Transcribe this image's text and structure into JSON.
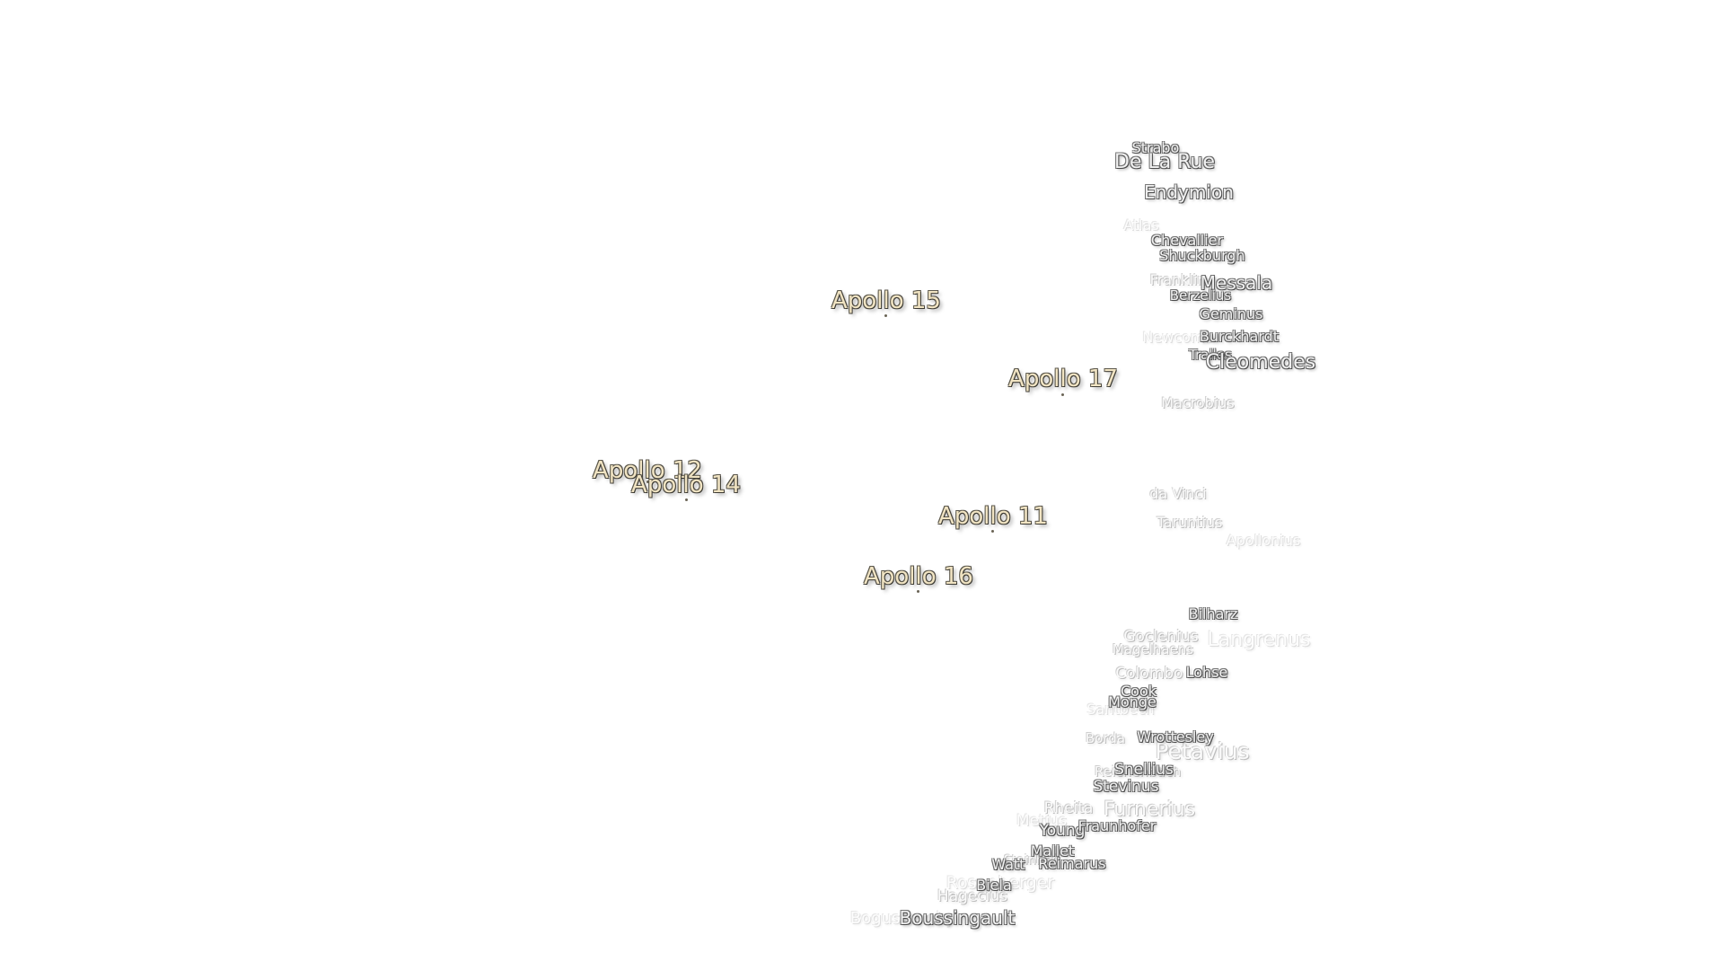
{
  "apollo_sites": [
    {
      "label": "Apollo 15"
    },
    {
      "label": "Apollo 17"
    },
    {
      "label": "Apollo 12"
    },
    {
      "label": "Apollo 14"
    },
    {
      "label": "Apollo 11"
    },
    {
      "label": "Apollo 16"
    }
  ],
  "craters": [
    {
      "label": "Strabo"
    },
    {
      "label": "De La Rue"
    },
    {
      "label": "Endymion"
    },
    {
      "label": "Atlas"
    },
    {
      "label": "Chevallier"
    },
    {
      "label": "Shuckburgh"
    },
    {
      "label": "Messala"
    },
    {
      "label": "Franklin"
    },
    {
      "label": "Berzelius"
    },
    {
      "label": "Geminus"
    },
    {
      "label": "Newcomb"
    },
    {
      "label": "Burckhardt"
    },
    {
      "label": "Tralles"
    },
    {
      "label": "Cleomedes"
    },
    {
      "label": "Macrobius"
    },
    {
      "label": "da Vinci"
    },
    {
      "label": "Taruntius"
    },
    {
      "label": "Apollonius"
    },
    {
      "label": "Bilharz"
    },
    {
      "label": "Goclenius"
    },
    {
      "label": "Magelhaens"
    },
    {
      "label": "Langrenus"
    },
    {
      "label": "Colombo"
    },
    {
      "label": "Lohse"
    },
    {
      "label": "Cook"
    },
    {
      "label": "Monge"
    },
    {
      "label": "Santbech"
    },
    {
      "label": "Borda"
    },
    {
      "label": "Wrottesley"
    },
    {
      "label": "Petavius"
    },
    {
      "label": "Reichenbach"
    },
    {
      "label": "Snellius"
    },
    {
      "label": "Stevinus"
    },
    {
      "label": "Rheita"
    },
    {
      "label": "Furnerius"
    },
    {
      "label": "Metius"
    },
    {
      "label": "Young"
    },
    {
      "label": "Fraunhofer"
    },
    {
      "label": "Mallet"
    },
    {
      "label": "Watt"
    },
    {
      "label": "Steinheil"
    },
    {
      "label": "Reimarus"
    },
    {
      "label": "Biela"
    },
    {
      "label": "Rosenberger"
    },
    {
      "label": "Hagecius"
    },
    {
      "label": "Boguslawsky"
    },
    {
      "label": "Boussingault"
    }
  ]
}
